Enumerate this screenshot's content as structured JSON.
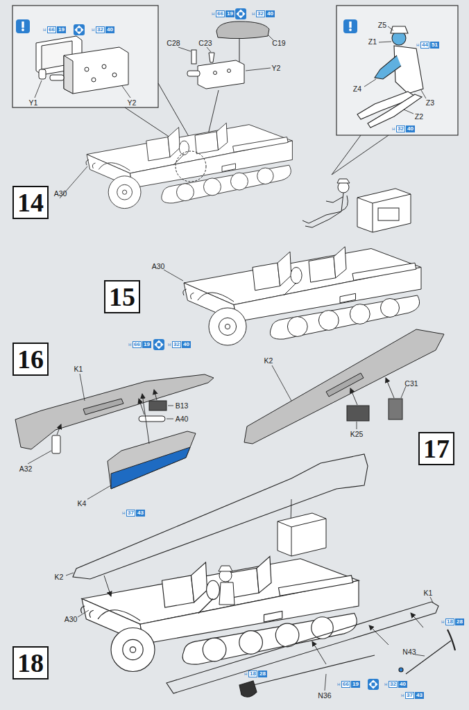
{
  "diagram": {
    "nodes": [
      {
        "text": [
          "14"
        ]
      },
      {
        "text": [
          "15"
        ]
      },
      {
        "text": [
          "16"
        ]
      },
      {
        "text": [
          "17"
        ]
      },
      {
        "text": [
          "18"
        ]
      }
    ],
    "labels": [
      "H",
      "66",
      "19",
      "H",
      "32",
      "40",
      "Y1",
      "Y2",
      "H",
      "66",
      "19",
      "H",
      "32",
      "40",
      "C28",
      "C23",
      "C19",
      "Y2",
      "Z5",
      "H",
      "44",
      "51",
      "Z1",
      "Z4",
      "Z3",
      "Z2",
      "H",
      "32",
      "40",
      "A30",
      "A30",
      "H",
      "66",
      "19",
      "H",
      "32",
      "40",
      "K1",
      "B13",
      "A40",
      "A32",
      "K4",
      "H",
      "37",
      "43",
      "K2",
      "C31",
      "K25",
      "K2",
      "A30",
      "K1",
      "H",
      "18",
      "28",
      "N43",
      "H",
      "66",
      "19",
      "H",
      "32",
      "40",
      "H",
      "37",
      "43",
      "H",
      "18",
      "28",
      "N36"
    ]
  }
}
